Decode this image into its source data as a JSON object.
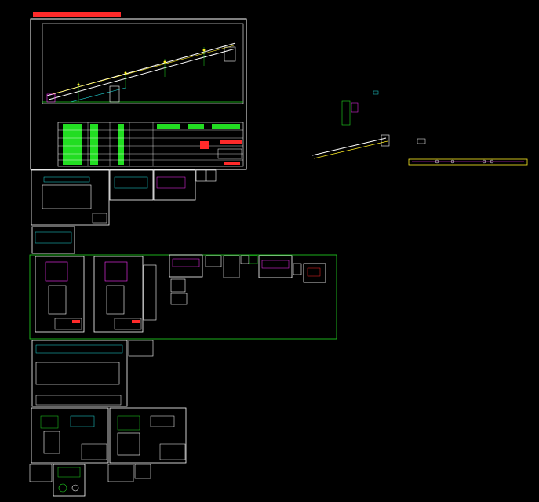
{
  "drawing_title": "",
  "colors": {
    "background": "#000000",
    "frame": "#ffffff",
    "group_frame": "#22dd22",
    "accent_green": "#22dd22",
    "accent_red": "#ff2a2a",
    "accent_magenta": "#ff33ff",
    "accent_yellow": "#ffee22",
    "accent_cyan": "#22dddd"
  },
  "icons": [
    "conveyor-drawing-sheet",
    "title-block",
    "detail-sheet"
  ]
}
